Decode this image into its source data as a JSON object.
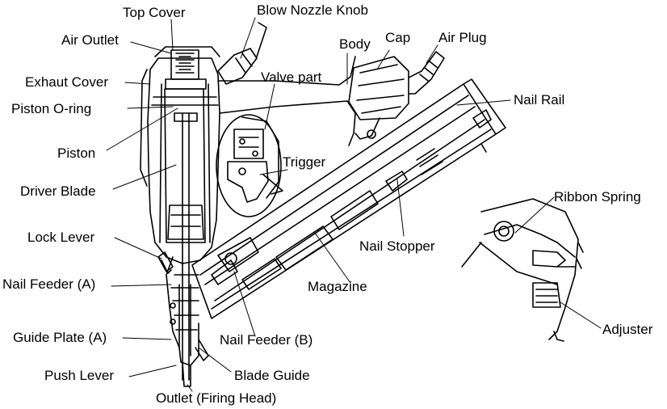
{
  "labels": {
    "top_cover": "Top Cover",
    "blow_nozzle_knob": "Blow Nozzle Knob",
    "air_outlet": "Air Outlet",
    "body": "Body",
    "cap": "Cap",
    "air_plug": "Air Plug",
    "exhaust_cover": "Exhaut Cover",
    "valve_part": "Valve part",
    "piston_o_ring": "Piston O-ring",
    "nail_rail": "Nail Rail",
    "piston": "Piston",
    "trigger": "Trigger",
    "driver_blade": "Driver Blade",
    "ribbon_spring": "Ribbon Spring",
    "lock_lever": "Lock Lever",
    "nail_stopper": "Nail Stopper",
    "nail_feeder_a": "Nail Feeder (A)",
    "magazine": "Magazine",
    "adjuster": "Adjuster",
    "guide_plate_a": "Guide Plate (A)",
    "nail_feeder_b": "Nail Feeder (B)",
    "push_lever": "Push Lever",
    "blade_guide": "Blade Guide",
    "outlet_firing_head": "Outlet (Firing Head)"
  }
}
